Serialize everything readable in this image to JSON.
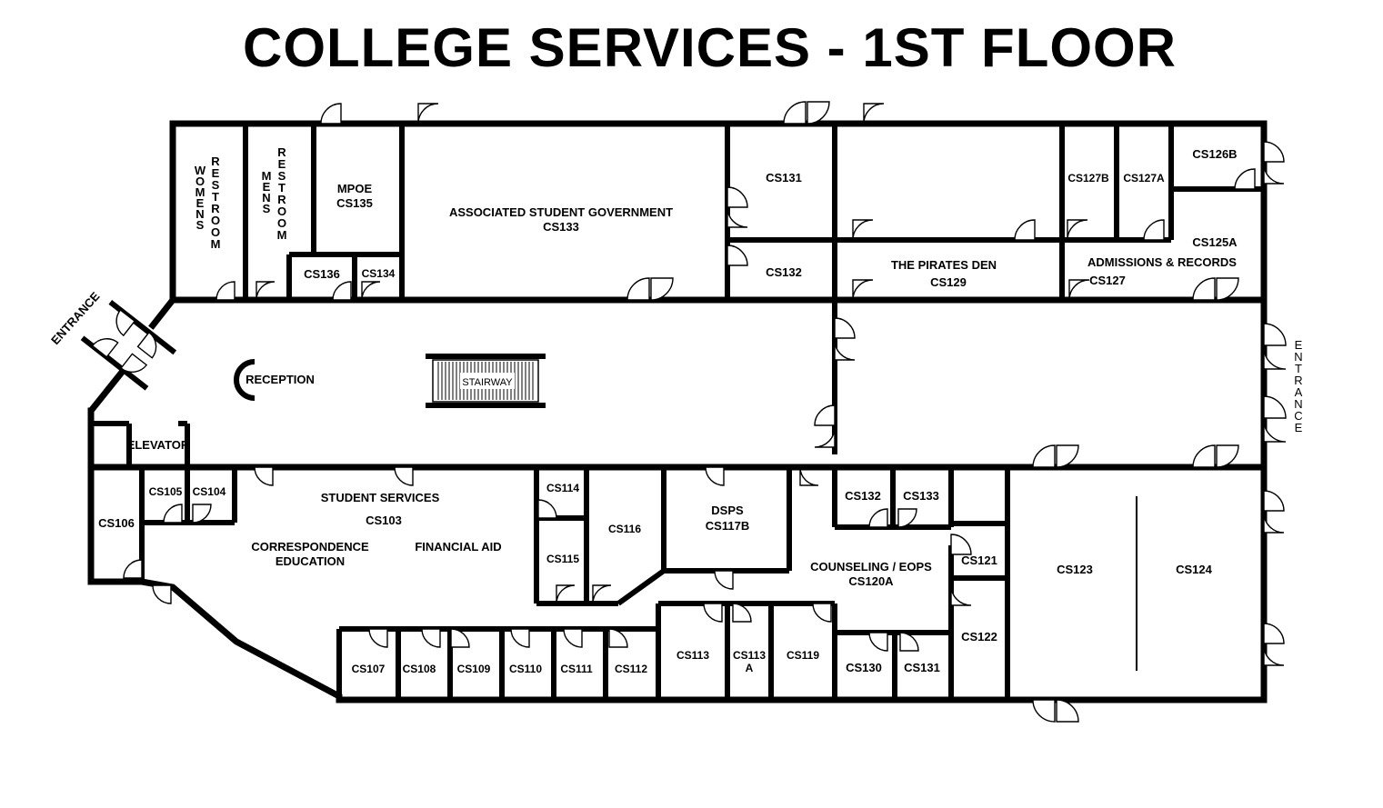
{
  "title": "COLLEGE SERVICES - 1ST FLOOR",
  "entrances": {
    "west": "ENTRANCE",
    "east": "ENTRANCE"
  },
  "features": {
    "reception": "RECEPTION",
    "stairway": "STAIRWAY",
    "elevator": "ELEVATOR"
  },
  "restrooms": {
    "womens_a": "WOMENS",
    "womens_b": "RESTROOM",
    "mens_a": "MENS",
    "mens_b": "RESTROOM"
  },
  "rooms": {
    "mpoe_1": "MPOE",
    "mpoe_2": "CS135",
    "cs136": "CS136",
    "cs134": "CS134",
    "asg_1": "ASSOCIATED STUDENT GOVERNMENT",
    "asg_2": "CS133",
    "cs131_top": "CS131",
    "cs132_top": "CS132",
    "pirates_1": "THE PIRATES DEN",
    "pirates_2": "CS129",
    "cs127b": "CS127B",
    "cs127a": "CS127A",
    "cs126b": "CS126B",
    "cs125a": "CS125A",
    "admissions": "ADMISSIONS & RECORDS",
    "cs127": "CS127",
    "cs105": "CS105",
    "cs104": "CS104",
    "cs106": "CS106",
    "student_services": "STUDENT SERVICES",
    "cs103": "CS103",
    "corr_1": "CORRESPONDENCE",
    "corr_2": "EDUCATION",
    "financial_aid": "FINANCIAL AID",
    "cs114": "CS114",
    "cs115": "CS115",
    "cs116": "CS116",
    "dsps_1": "DSPS",
    "dsps_2": "CS117B",
    "cs132_bottom": "CS132",
    "cs133_bottom": "CS133",
    "counseling_1": "COUNSELING / EOPS",
    "counseling_2": "CS120A",
    "cs121": "CS121",
    "cs122": "CS122",
    "cs123": "CS123",
    "cs124": "CS124",
    "cs107": "CS107",
    "cs108": "CS108",
    "cs109": "CS109",
    "cs110": "CS110",
    "cs111": "CS111",
    "cs112": "CS112",
    "cs113": "CS113",
    "cs113a_1": "CS113",
    "cs113a_2": "A",
    "cs119": "CS119",
    "cs130": "CS130",
    "cs131_bottom": "CS131"
  }
}
